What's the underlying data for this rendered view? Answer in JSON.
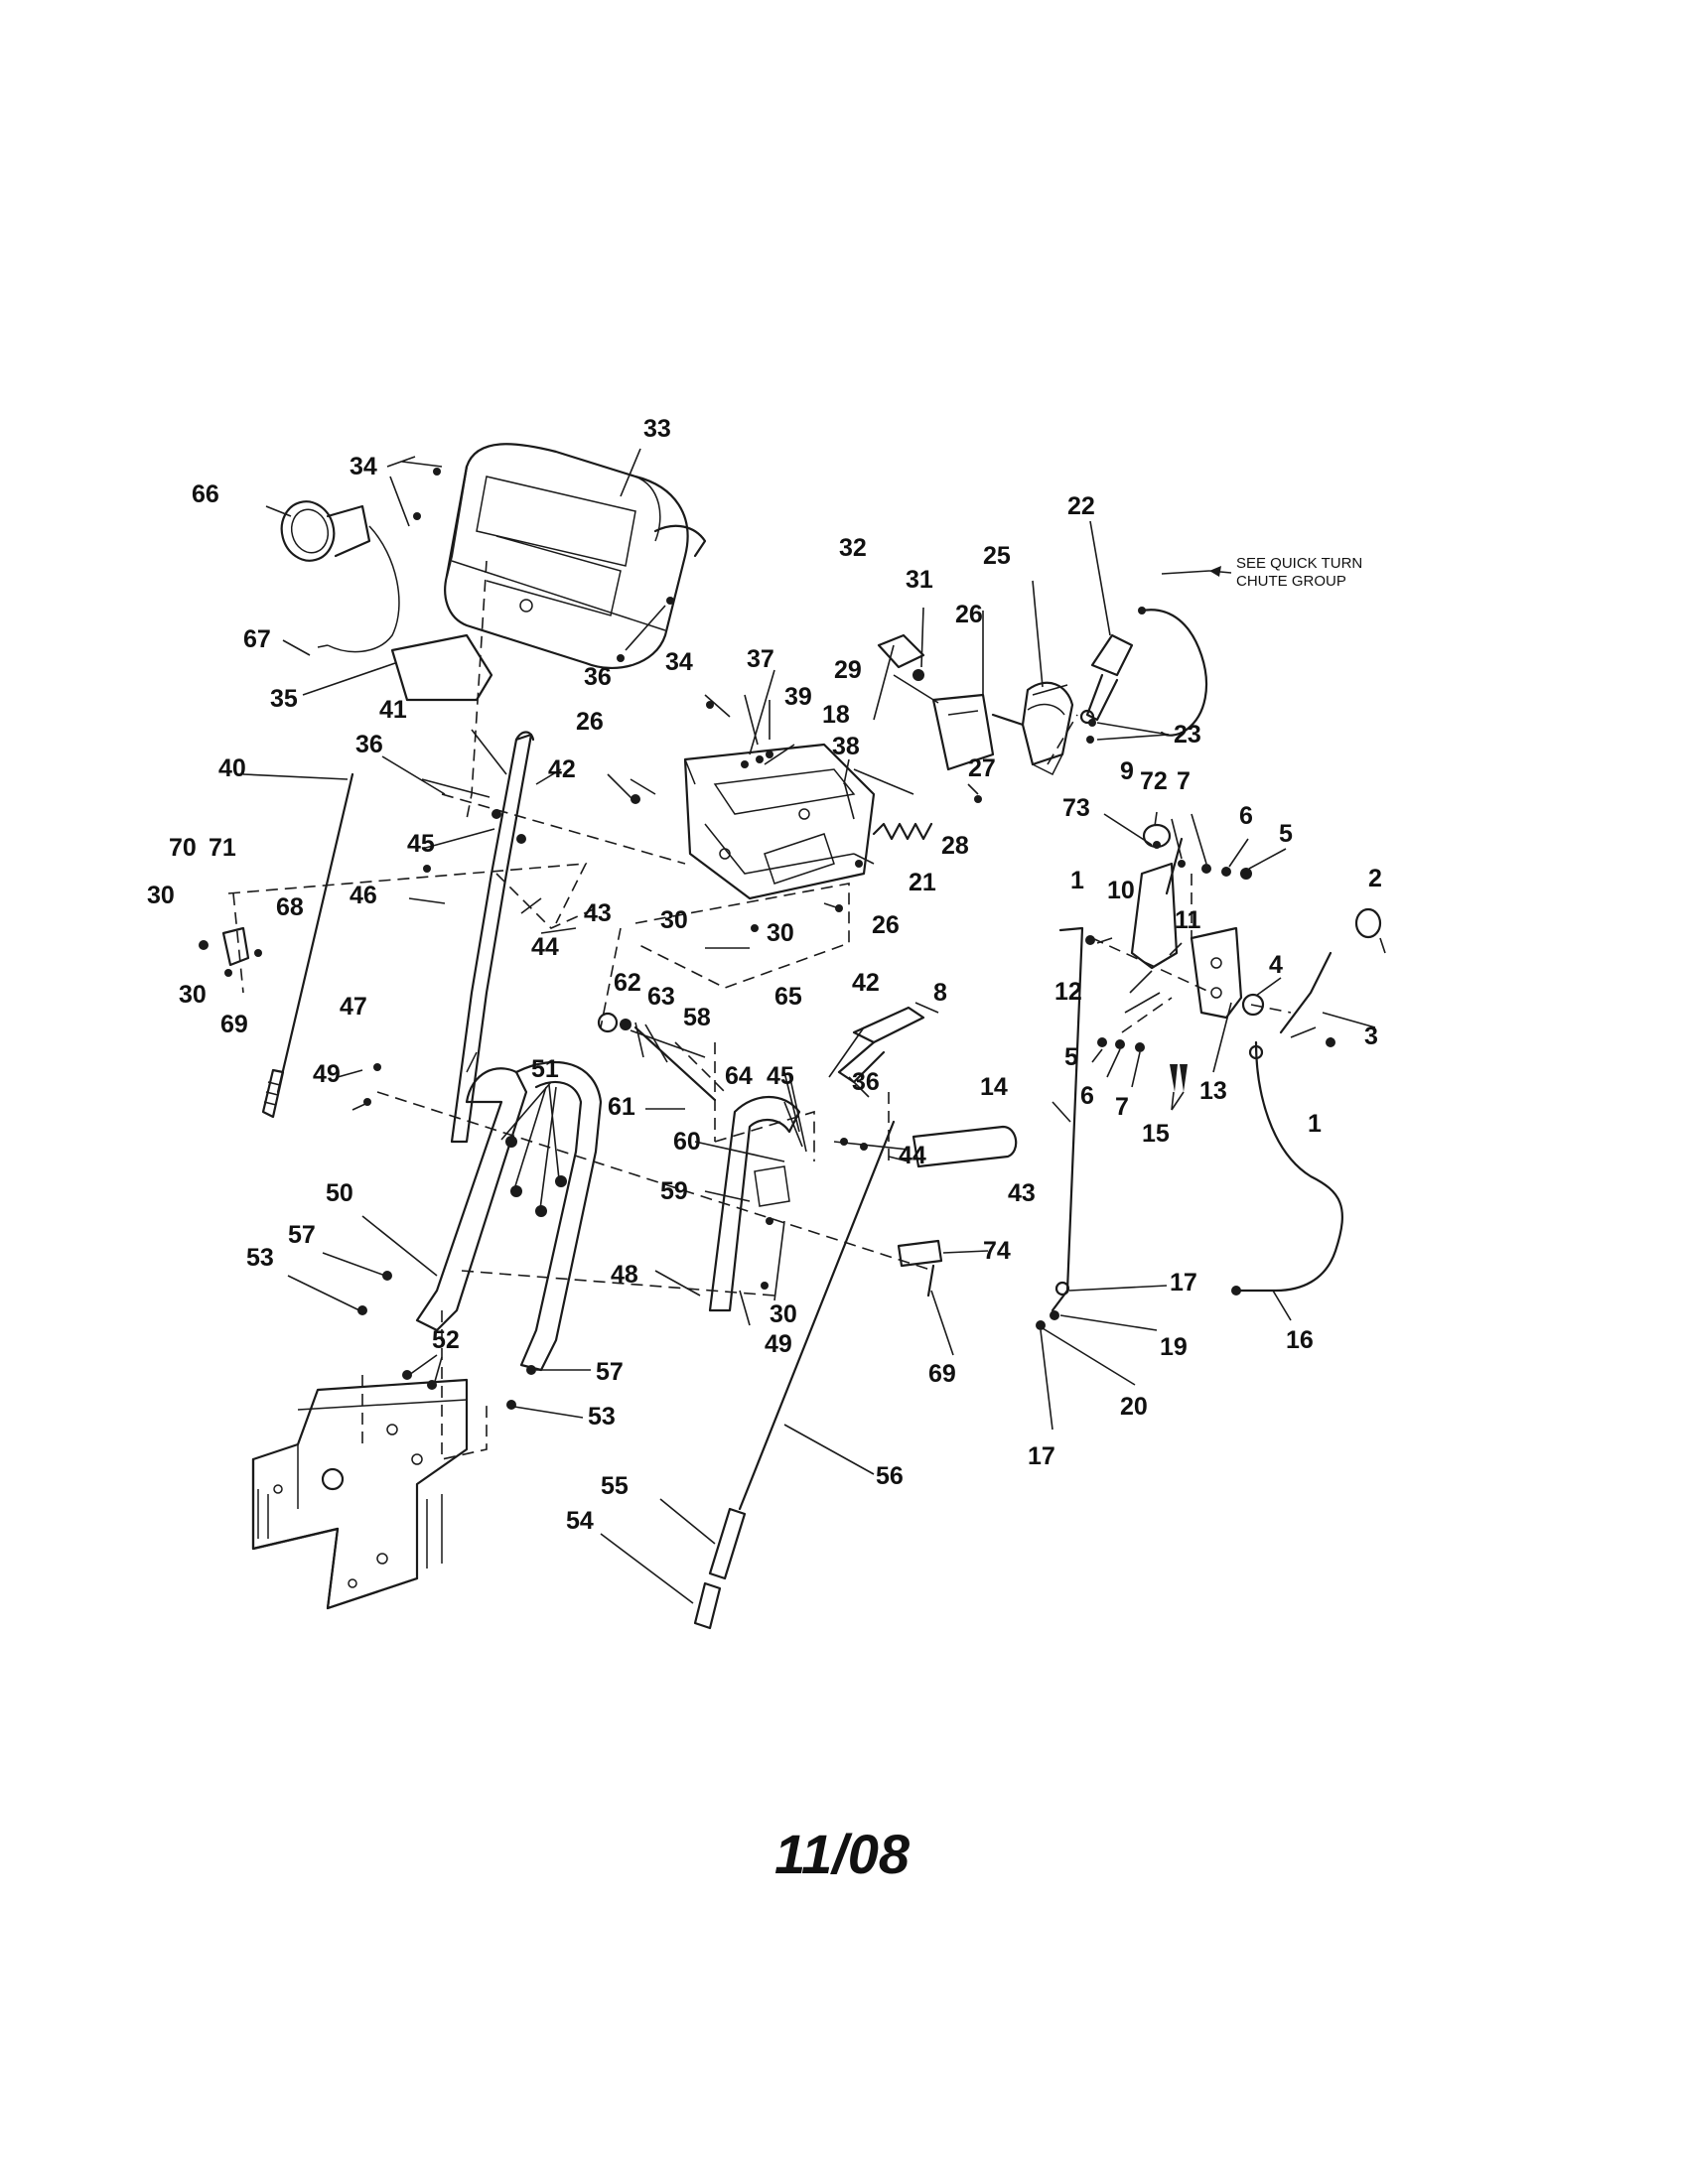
{
  "footer": {
    "date_code": "11/08"
  },
  "note": {
    "line1": "SEE QUICK TURN",
    "line2": "CHUTE GROUP"
  },
  "callouts": [
    {
      "id": "c1a",
      "text": "1"
    },
    {
      "id": "c1b",
      "text": "1"
    },
    {
      "id": "c2",
      "text": "2"
    },
    {
      "id": "c3",
      "text": "3"
    },
    {
      "id": "c4",
      "text": "4"
    },
    {
      "id": "c5a",
      "text": "5"
    },
    {
      "id": "c5b",
      "text": "5"
    },
    {
      "id": "c6a",
      "text": "6"
    },
    {
      "id": "c6b",
      "text": "6"
    },
    {
      "id": "c7a",
      "text": "7"
    },
    {
      "id": "c7b",
      "text": "7"
    },
    {
      "id": "c8",
      "text": "8"
    },
    {
      "id": "c9",
      "text": "9"
    },
    {
      "id": "c10",
      "text": "10"
    },
    {
      "id": "c11",
      "text": "11"
    },
    {
      "id": "c12",
      "text": "12"
    },
    {
      "id": "c13",
      "text": "13"
    },
    {
      "id": "c14",
      "text": "14"
    },
    {
      "id": "c15",
      "text": "15"
    },
    {
      "id": "c16",
      "text": "16"
    },
    {
      "id": "c17a",
      "text": "17"
    },
    {
      "id": "c17b",
      "text": "17"
    },
    {
      "id": "c18",
      "text": "18"
    },
    {
      "id": "c19",
      "text": "19"
    },
    {
      "id": "c20",
      "text": "20"
    },
    {
      "id": "c21",
      "text": "21"
    },
    {
      "id": "c22",
      "text": "22"
    },
    {
      "id": "c23",
      "text": "23"
    },
    {
      "id": "c25",
      "text": "25"
    },
    {
      "id": "c26a",
      "text": "26"
    },
    {
      "id": "c26b",
      "text": "26"
    },
    {
      "id": "c26c",
      "text": "26"
    },
    {
      "id": "c27",
      "text": "27"
    },
    {
      "id": "c28",
      "text": "28"
    },
    {
      "id": "c29",
      "text": "29"
    },
    {
      "id": "c30a",
      "text": "30"
    },
    {
      "id": "c30b",
      "text": "30"
    },
    {
      "id": "c30c",
      "text": "30"
    },
    {
      "id": "c30d",
      "text": "30"
    },
    {
      "id": "c30e",
      "text": "30"
    },
    {
      "id": "c31",
      "text": "31"
    },
    {
      "id": "c32",
      "text": "32"
    },
    {
      "id": "c33",
      "text": "33"
    },
    {
      "id": "c34a",
      "text": "34"
    },
    {
      "id": "c34b",
      "text": "34"
    },
    {
      "id": "c35",
      "text": "35"
    },
    {
      "id": "c36a",
      "text": "36"
    },
    {
      "id": "c36b",
      "text": "36"
    },
    {
      "id": "c36c",
      "text": "36"
    },
    {
      "id": "c37",
      "text": "37"
    },
    {
      "id": "c38",
      "text": "38"
    },
    {
      "id": "c39",
      "text": "39"
    },
    {
      "id": "c40",
      "text": "40"
    },
    {
      "id": "c41",
      "text": "41"
    },
    {
      "id": "c42a",
      "text": "42"
    },
    {
      "id": "c42b",
      "text": "42"
    },
    {
      "id": "c43a",
      "text": "43"
    },
    {
      "id": "c43b",
      "text": "43"
    },
    {
      "id": "c44a",
      "text": "44"
    },
    {
      "id": "c44b",
      "text": "44"
    },
    {
      "id": "c45a",
      "text": "45"
    },
    {
      "id": "c45b",
      "text": "45"
    },
    {
      "id": "c46",
      "text": "46"
    },
    {
      "id": "c47",
      "text": "47"
    },
    {
      "id": "c48",
      "text": "48"
    },
    {
      "id": "c49a",
      "text": "49"
    },
    {
      "id": "c49b",
      "text": "49"
    },
    {
      "id": "c50",
      "text": "50"
    },
    {
      "id": "c51",
      "text": "51"
    },
    {
      "id": "c52",
      "text": "52"
    },
    {
      "id": "c53a",
      "text": "53"
    },
    {
      "id": "c53b",
      "text": "53"
    },
    {
      "id": "c54",
      "text": "54"
    },
    {
      "id": "c55",
      "text": "55"
    },
    {
      "id": "c56",
      "text": "56"
    },
    {
      "id": "c57a",
      "text": "57"
    },
    {
      "id": "c57b",
      "text": "57"
    },
    {
      "id": "c58",
      "text": "58"
    },
    {
      "id": "c59",
      "text": "59"
    },
    {
      "id": "c60",
      "text": "60"
    },
    {
      "id": "c61",
      "text": "61"
    },
    {
      "id": "c62",
      "text": "62"
    },
    {
      "id": "c63",
      "text": "63"
    },
    {
      "id": "c64",
      "text": "64"
    },
    {
      "id": "c65",
      "text": "65"
    },
    {
      "id": "c66",
      "text": "66"
    },
    {
      "id": "c67",
      "text": "67"
    },
    {
      "id": "c68",
      "text": "68"
    },
    {
      "id": "c69a",
      "text": "69"
    },
    {
      "id": "c69b",
      "text": "69"
    },
    {
      "id": "c70",
      "text": "70"
    },
    {
      "id": "c71",
      "text": "71"
    },
    {
      "id": "c72",
      "text": "72"
    },
    {
      "id": "c73",
      "text": "73"
    },
    {
      "id": "c74",
      "text": "74"
    }
  ]
}
